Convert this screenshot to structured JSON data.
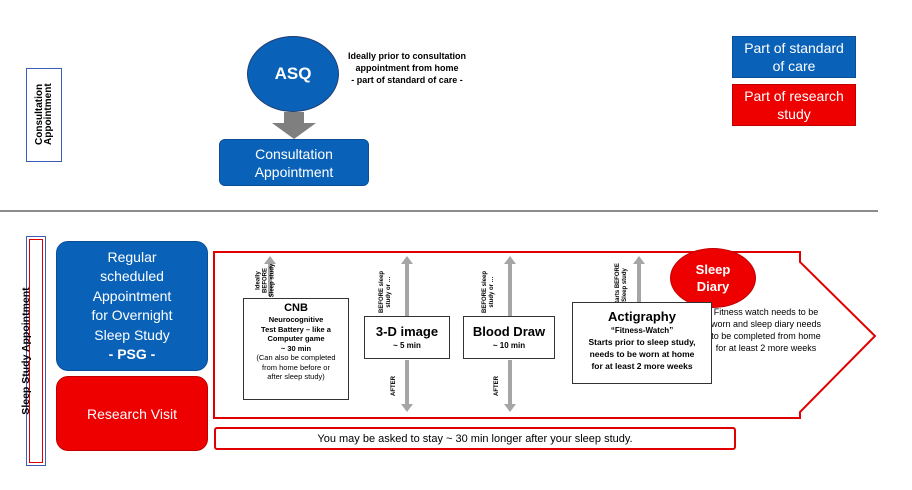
{
  "sections": {
    "consultation_label": "Consultation Appointment",
    "sleep_study_label": "Sleep Study Appointment"
  },
  "asq": {
    "label": "ASQ",
    "note_lines": [
      "Ideally prior to consultation",
      "appointment from home",
      "- part of standard of care -"
    ]
  },
  "consultation_box": {
    "lines": [
      "Consultation",
      "Appointment"
    ]
  },
  "legend": {
    "standard": {
      "lines": [
        "Part of standard",
        "of care"
      ],
      "color": "#0a62b8"
    },
    "research": {
      "lines": [
        "Part of research",
        "study"
      ],
      "color": "#ee0000"
    }
  },
  "regular_box": {
    "lines": [
      "Regular",
      "scheduled",
      "Appointment",
      "for Overnight",
      "Sleep Study"
    ],
    "psg": "- PSG -"
  },
  "research_visit": "Research Visit",
  "cnb": {
    "title": "CNB",
    "lines": [
      "Neurocognitive",
      "Test Battery – like a",
      "Computer game"
    ],
    "duration": "~ 30 min",
    "note_lines": [
      "(Can also be completed",
      "from home before or",
      "after sleep study)"
    ],
    "before_label_lines": [
      "Ideally",
      "BEFORE",
      "Sleep study"
    ]
  },
  "image3d": {
    "title": "3-D image",
    "duration": "~ 5 min",
    "before_label_lines": [
      "BEFORE sleep",
      "study or …"
    ],
    "after_label": "AFTER"
  },
  "blood": {
    "title": "Blood Draw",
    "duration": "~ 10 min",
    "before_label_lines": [
      "BEFORE sleep",
      "study or …"
    ],
    "after_label": "AFTER"
  },
  "actigraphy": {
    "title": "Actigraphy",
    "subtitle": "“Fitness-Watch”",
    "lines": [
      "Starts prior to sleep study,",
      "needs to be worn at home",
      "for at least 2 more weeks"
    ],
    "before_label_lines": [
      "Starts BEFORE",
      "Sleep study"
    ]
  },
  "sleep_diary": {
    "lines": [
      "Sleep",
      "Diary"
    ]
  },
  "big_arrow": {
    "lines": [
      "Fitness watch needs to be",
      "worn and sleep diary needs",
      "to be completed from home",
      "for at least 2 more weeks"
    ]
  },
  "bottom_note": "You may be asked to stay ~ 30 min longer after your sleep study.",
  "colors": {
    "blue": "#0a62b8",
    "red": "#ee0000",
    "arrow_gray": "#7f7f7f",
    "thin_arrow_gray": "#a6a6a6"
  }
}
